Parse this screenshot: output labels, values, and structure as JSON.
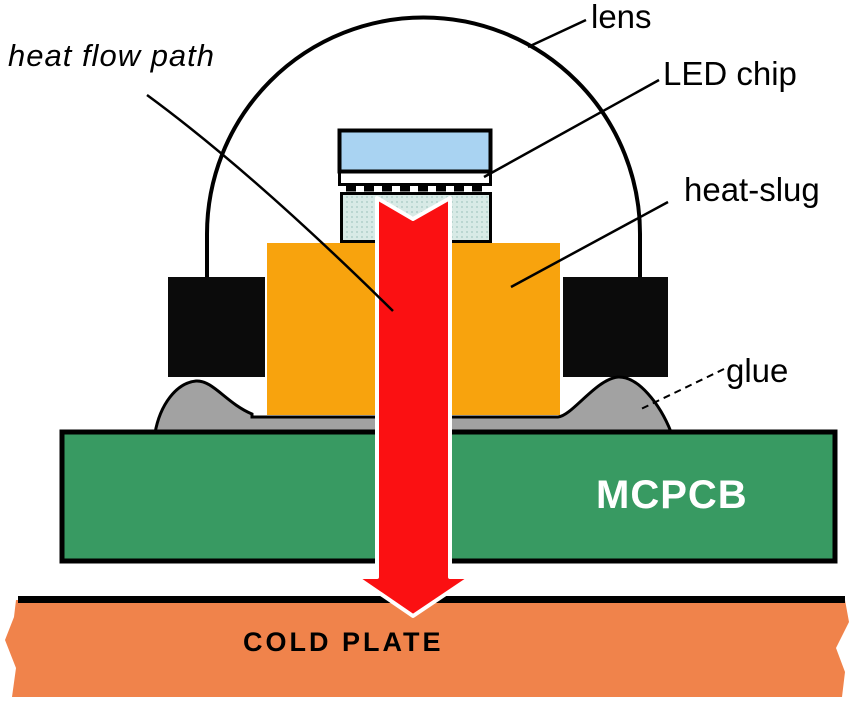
{
  "diagram": {
    "labels": {
      "heat_flow_path": "heat flow path",
      "lens": "lens",
      "led_chip": "LED chip",
      "heat_slug": "heat-slug",
      "glue": "glue",
      "mcpcb": "MCPCB",
      "cold_plate": "COLD PLATE"
    },
    "colors": {
      "led_chip": "#A9D3F2",
      "submount": "#D8EAE6",
      "heat_slug": "#F8A30D",
      "package_body": "#0B0B0B",
      "glue": "#A2A2A2",
      "mcpcb": "#389A62",
      "mcpcb_text": "#FFFFFF",
      "cold_plate": "#F0834B",
      "arrow": "#FB1012",
      "outline": "#000000"
    }
  }
}
